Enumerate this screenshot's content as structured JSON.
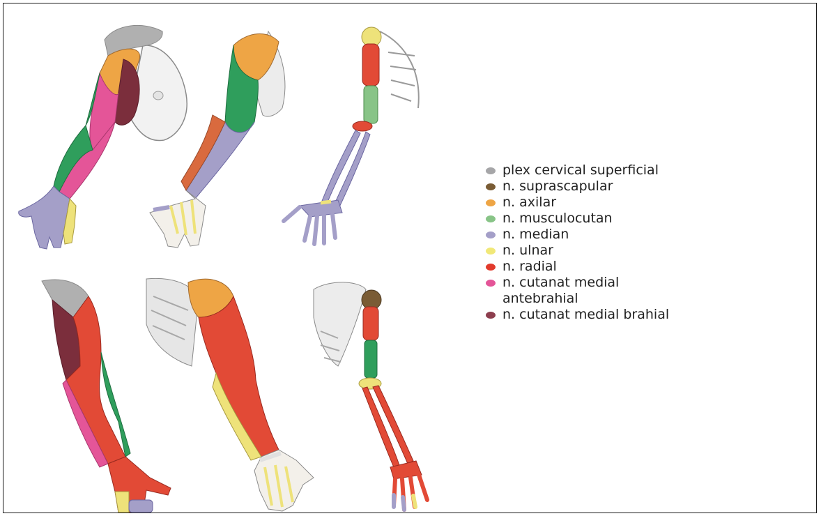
{
  "legend": [
    {
      "label": "plex cervical superficial",
      "color": "#a6a6a8"
    },
    {
      "label": "n. suprascapular",
      "color": "#7a5c35"
    },
    {
      "label": "n. axilar",
      "color": "#eea545"
    },
    {
      "label": "n. musculocutan",
      "color": "#88c487"
    },
    {
      "label": "n. median",
      "color": "#a49fc8"
    },
    {
      "label": "n. ulnar",
      "color": "#f1e878"
    },
    {
      "label": "n. radial",
      "color": "#e23a2c"
    },
    {
      "label": "n. cutanat medial antebrahial",
      "color": "#e45598"
    },
    {
      "label": "n. cutanat medial brahial",
      "color": "#8d3e4e"
    }
  ],
  "colors": {
    "skin": "#eeeeee",
    "outline": "#7a7a7a",
    "bone": "#f3f0ea",
    "muscle_red": "#e24a36",
    "median": "#a49fc8",
    "ulnar": "#eee27a",
    "axilar": "#eea545",
    "musculocutan": "#2f9e5c",
    "cutanat_antebrahial": "#e45598",
    "cutanat_brahial": "#7b2e3c"
  }
}
